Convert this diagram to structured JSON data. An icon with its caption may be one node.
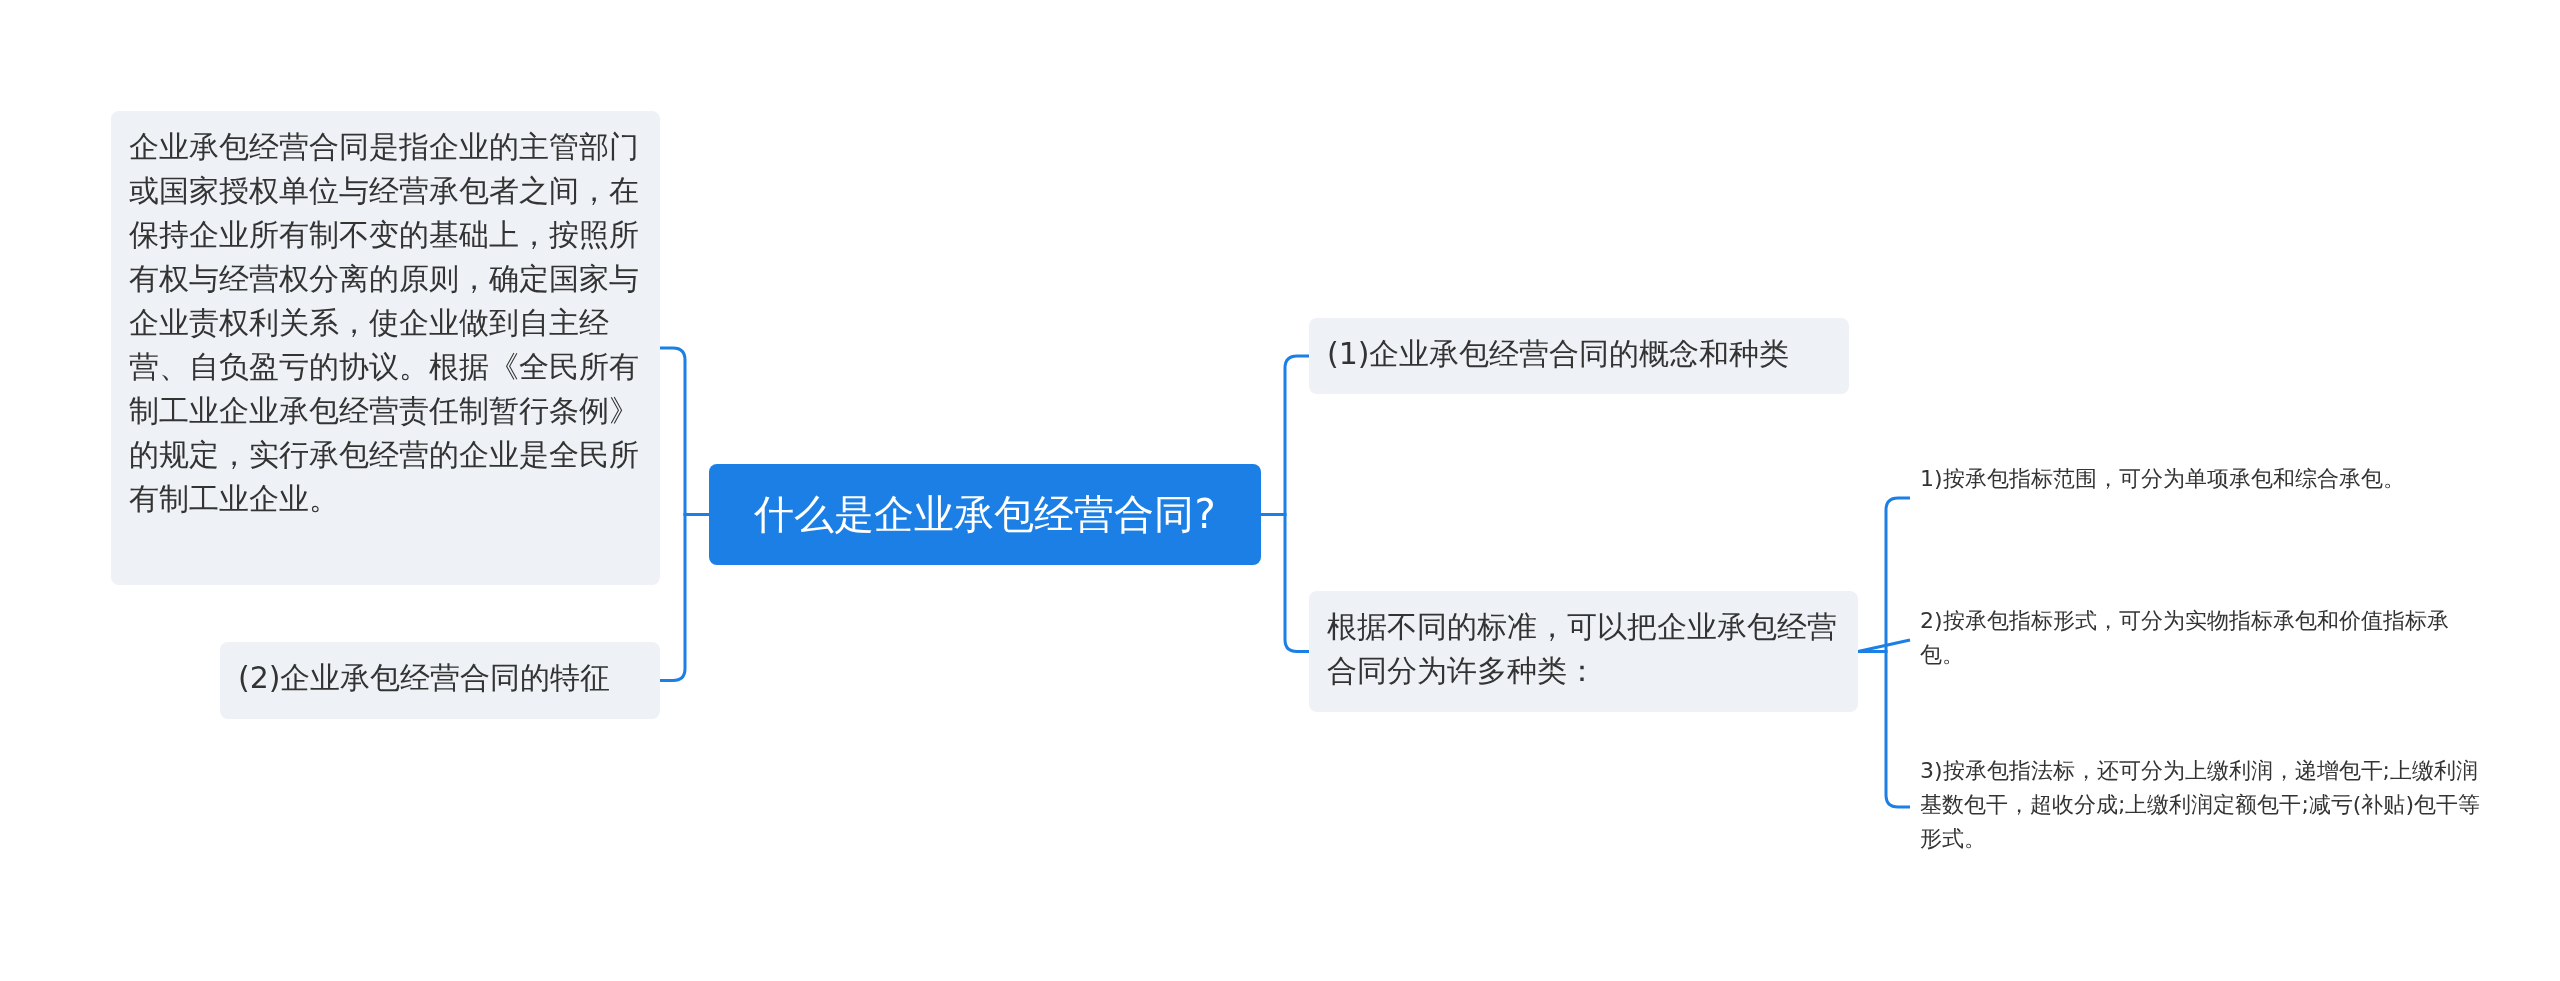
{
  "diagram": {
    "nodes": [
      {
        "text": [
          "什么是企业承包经营合同?"
        ]
      },
      {
        "text": [
          "企业承包经营合同是指企业的主管部门或国家授权单位与经营承包者之间，在保持企业所有制不变的基础上，按照所有权与经营权分离的原则，确定国家与企业责权利关系，使企业做到自主经营、自负盈亏的协议。根据《全民所有制工业企业承包经营责任制暂行条例》的规定，实行承包经营的企业是全民所有制工业企业。"
        ]
      },
      {
        "text": [
          "(2)企业承包经营合同的特征"
        ]
      },
      {
        "text": [
          "(1)企业承包经营合同的概念和种类"
        ]
      },
      {
        "text": [
          "根据不同的标准，可以把企业承包经营合同分为许多种类："
        ]
      },
      {
        "text": [
          "1)按承包指标范围，可分为单项承包和综合承包。"
        ]
      },
      {
        "text": [
          "2)按承包指标形式，可分为实物指标承包和价值指标承包。"
        ]
      },
      {
        "text": [
          "3)按承包指法标，还可分为上缴利润，递增包干;上缴利润基数包干，超收分成;上缴利润定额包干;减亏(补贴)包干等形式。"
        ]
      }
    ],
    "edges": [
      {
        "from": 0,
        "to": 1,
        "arrow": "none"
      },
      {
        "from": 0,
        "to": 2,
        "arrow": "none"
      },
      {
        "from": 0,
        "to": 3,
        "arrow": "none"
      },
      {
        "from": 0,
        "to": 4,
        "arrow": "none"
      },
      {
        "from": 4,
        "to": 5,
        "arrow": "none"
      },
      {
        "from": 4,
        "to": 6,
        "arrow": "none"
      },
      {
        "from": 4,
        "to": 7,
        "arrow": "none"
      }
    ]
  }
}
